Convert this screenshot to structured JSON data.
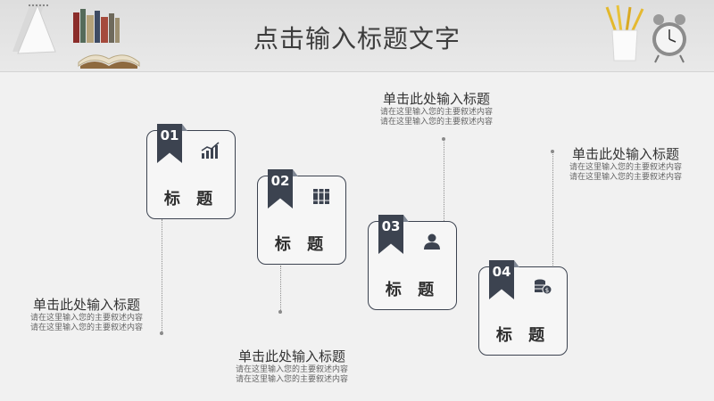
{
  "header": {
    "title": "点击输入标题文字"
  },
  "cards": [
    {
      "number": "01",
      "label": "标 题",
      "icon": "bar-chart-icon"
    },
    {
      "number": "02",
      "label": "标 题",
      "icon": "books-icon"
    },
    {
      "number": "03",
      "label": "标 题",
      "icon": "person-icon"
    },
    {
      "number": "04",
      "label": "标 题",
      "icon": "coins-icon"
    }
  ],
  "texts": [
    {
      "heading": "单击此处输入标题",
      "line1": "请在这里输入您的主要叙述内容",
      "line2": "请在这里输入您的主要叙述内容"
    },
    {
      "heading": "单击此处输入标题",
      "line1": "请在这里输入您的主要叙述内容",
      "line2": "请在这里输入您的主要叙述内容"
    },
    {
      "heading": "单击此处输入标题",
      "line1": "请在这里输入您的主要叙述内容",
      "line2": "请在这里输入您的主要叙述内容"
    },
    {
      "heading": "单击此处输入标题",
      "line1": "请在这里输入您的主要叙述内容",
      "line2": "请在这里输入您的主要叙述内容"
    }
  ],
  "colors": {
    "accent": "#3c4350",
    "background": "#f1f1f1",
    "header": "#e3e3e3"
  }
}
